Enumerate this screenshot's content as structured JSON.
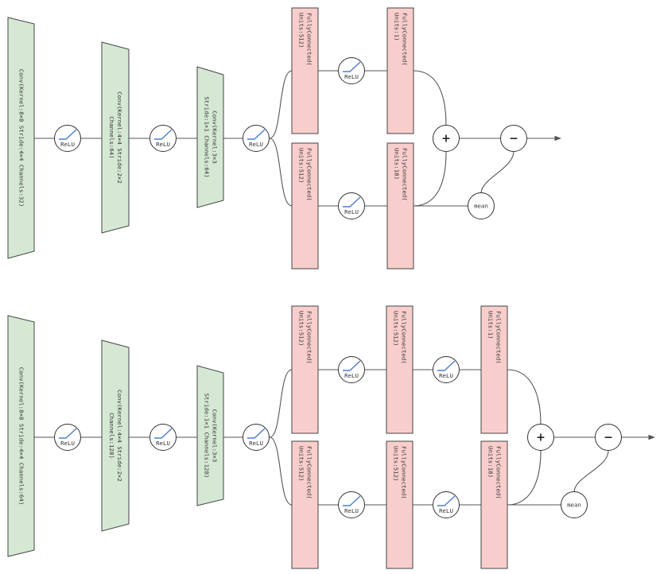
{
  "colors": {
    "conv_fill": "#d5e8d4",
    "fc_fill": "#f8cecc",
    "stroke": "#444444",
    "relu_curve": "#4a7ecf"
  },
  "labels": {
    "relu": "ReLU",
    "plus": "+",
    "minus": "−",
    "mean": "mean"
  },
  "diagrams": [
    {
      "conv1": {
        "line1": "Conv(Kernel:8×8 Stride:4×4 Channels:32)"
      },
      "conv2": {
        "line1": "Conv(Kernel:4×4 Stride:2×2",
        "line2": "Channels:64)"
      },
      "conv3": {
        "line1": "Conv(Kernel:3×3",
        "line2": "Stride:1×1 Channels:64)"
      },
      "top_fc": [
        {
          "line1": "FullyConnected(",
          "line2": "Units:512)"
        },
        {
          "line1": "FullyConnected(",
          "line2": "Units:1)"
        }
      ],
      "bottom_fc": [
        {
          "line1": "FullyConnected(",
          "line2": "Units:512)"
        },
        {
          "line1": "FullyConnected(",
          "line2": "Units:18)"
        }
      ]
    },
    {
      "conv1": {
        "line1": "Conv(Kernel:8×8 Stride:4×4 Channels:64)"
      },
      "conv2": {
        "line1": "Conv(Kernel:4×4 Stride:2×2",
        "line2": "Channels:128)"
      },
      "conv3": {
        "line1": "Conv(Kernel:3×3",
        "line2": "Stride:1×1 Channels:128)"
      },
      "top_fc": [
        {
          "line1": "FullyConnected(",
          "line2": "Units:512)"
        },
        {
          "line1": "FullyConnected(",
          "line2": "Units:512)"
        },
        {
          "line1": "FullyConnected(",
          "line2": "Units:1)"
        }
      ],
      "bottom_fc": [
        {
          "line1": "FullyConnected(",
          "line2": "Units:512)"
        },
        {
          "line1": "FullyConnected(",
          "line2": "Units:512)"
        },
        {
          "line1": "FullyConnected(",
          "line2": "Units:18)"
        }
      ]
    }
  ]
}
